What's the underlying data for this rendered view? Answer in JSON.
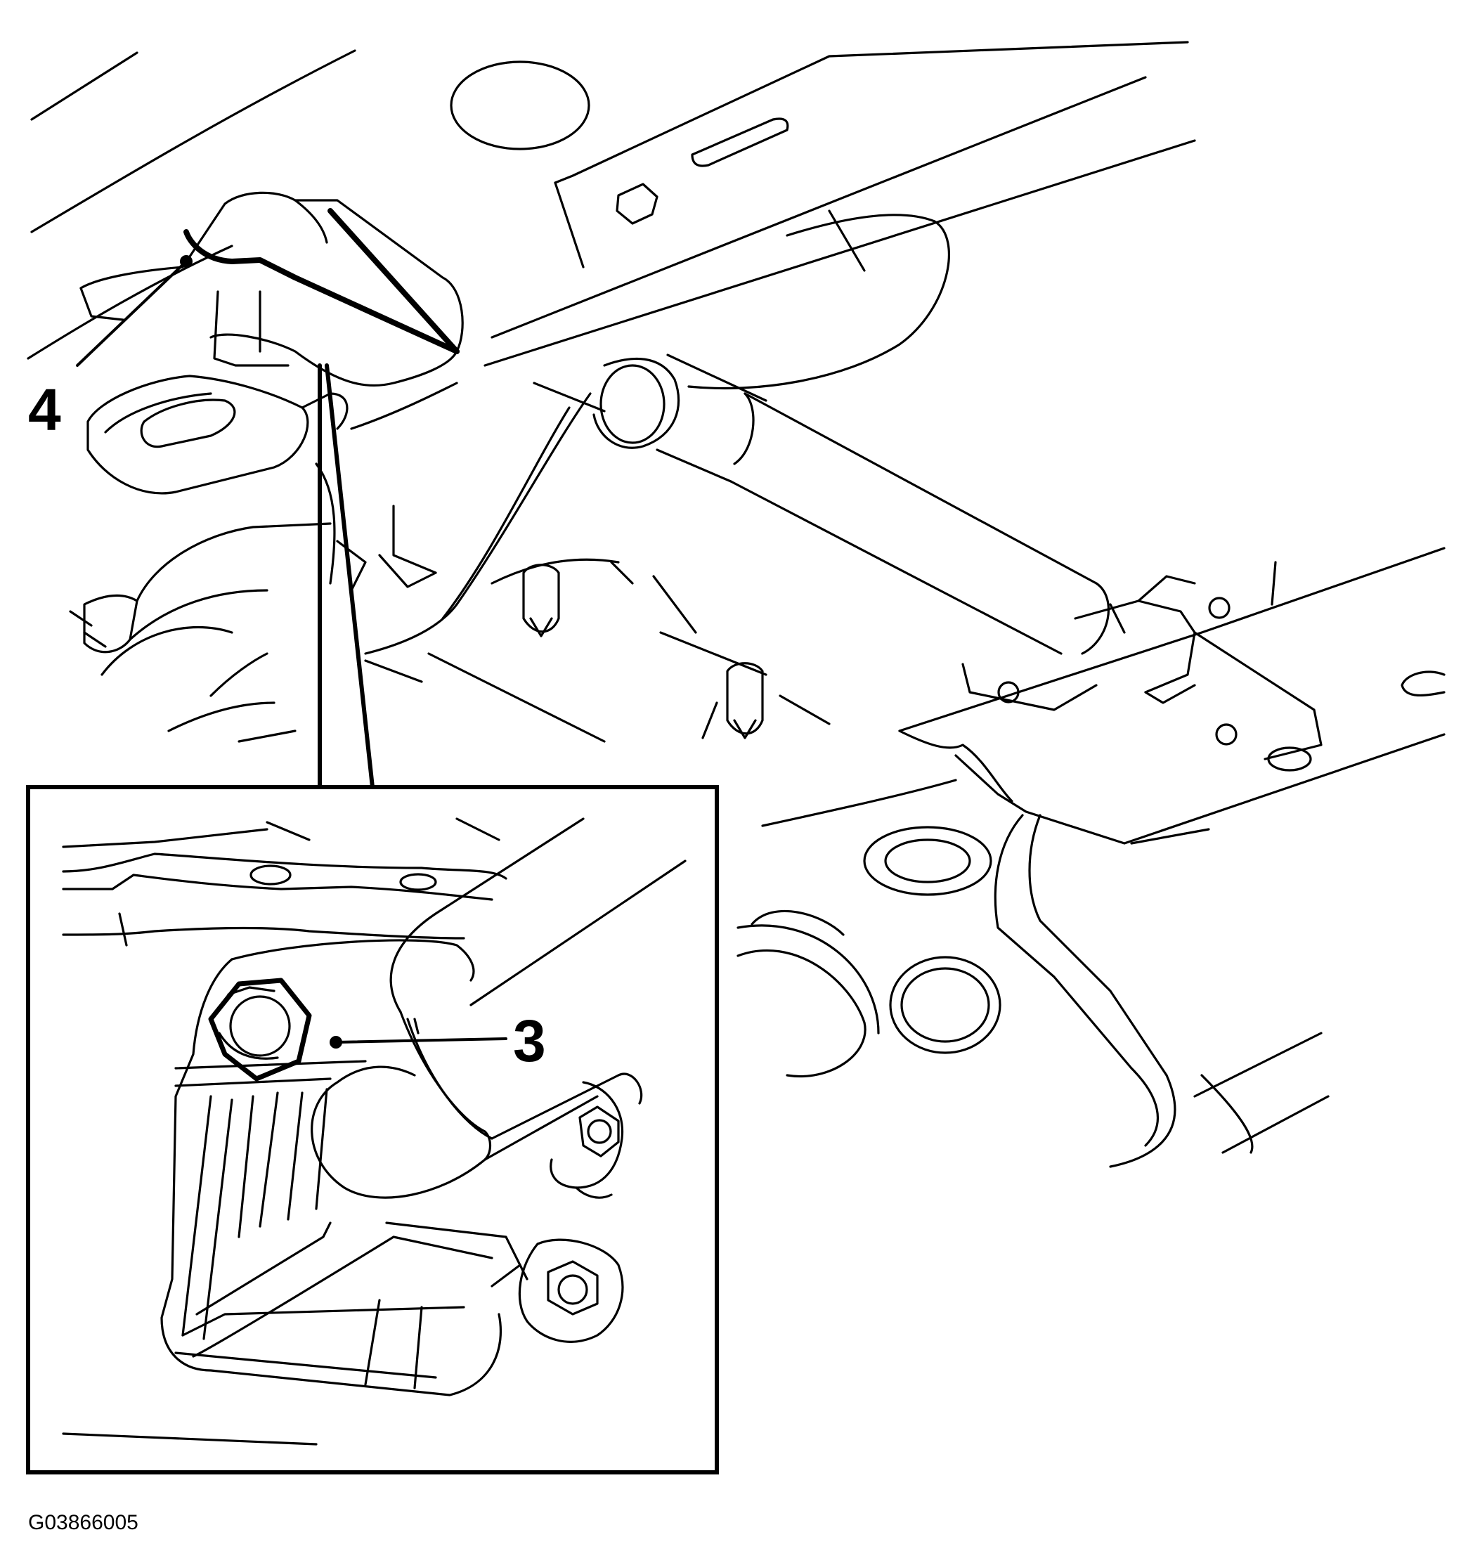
{
  "figure": {
    "id_label": "G03866005"
  },
  "callouts": [
    {
      "label": "4"
    },
    {
      "label": "3"
    }
  ]
}
